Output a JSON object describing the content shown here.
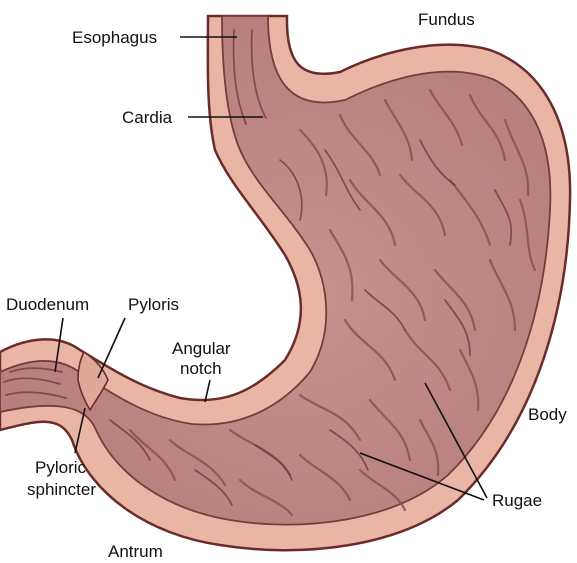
{
  "colors": {
    "outer_wall": "#e9b6a6",
    "outline": "#6b2b2c",
    "inner_mucosa": "#c78f8a",
    "inner_mucosa_dark": "#b77c79",
    "rugae": "#8f4f4e",
    "label_text": "#111111",
    "background": "#ffffff"
  },
  "labels": {
    "esophagus": "Esophagus",
    "fundus": "Fundus",
    "cardia": "Cardia",
    "duodenum": "Duodenum",
    "pyloris": "Pyloris",
    "angular_notch_line1": "Angular",
    "angular_notch_line2": "notch",
    "body": "Body",
    "pyloric_sphincter_line1": "Pyloric",
    "pyloric_sphincter_line2": "sphincter",
    "rugae": "Rugae",
    "antrum": "Antrum"
  }
}
